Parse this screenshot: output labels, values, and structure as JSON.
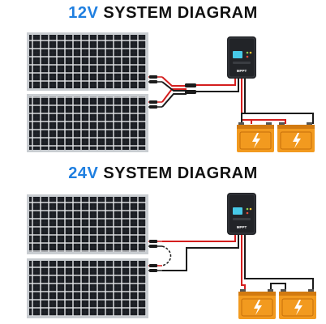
{
  "diagrams": [
    {
      "accent": "12V",
      "rest": " SYSTEM DIAGRAM",
      "wiring": "parallel"
    },
    {
      "accent": "24V",
      "rest": " SYSTEM DIAGRAM",
      "wiring": "series"
    }
  ],
  "controller": {
    "badge": "MPPT"
  },
  "colors": {
    "accent": "#1f7fe0",
    "panel_cell": "#1a1d22",
    "panel_grid": "#e6e8ea",
    "panel_frame": "#c9cdd1",
    "controller_body": "#222428",
    "controller_screen": "#47c9e8",
    "battery_body": "#f29a1f",
    "battery_dark": "#d27a10",
    "wire_red": "#d41e1e",
    "wire_black": "#1b1b1b"
  },
  "icons": {
    "battery": "lightning-bolt-icon",
    "connector": "mc4-connector-icon"
  }
}
